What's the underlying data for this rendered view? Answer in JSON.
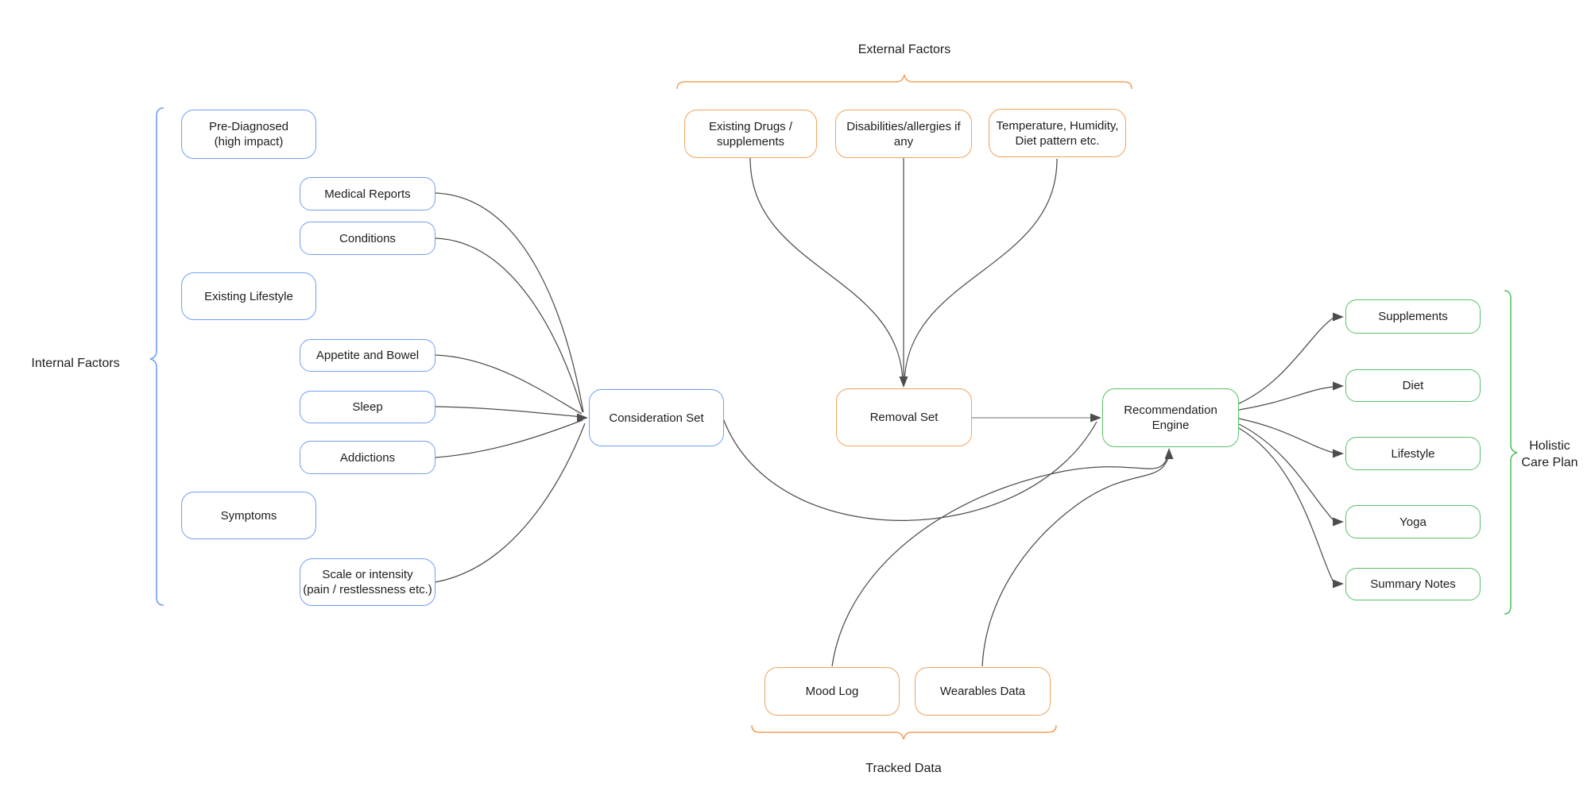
{
  "colors": {
    "blue": "#6fa0f2",
    "orange": "#f0a35e",
    "green": "#58c165",
    "line": "#4d4d4d",
    "text": "#1d1d1d"
  },
  "groups": {
    "internal_factors": {
      "label": "Internal Factors"
    },
    "external_factors": {
      "label": "External Factors"
    },
    "tracked_data": {
      "label": "Tracked Data"
    },
    "holistic_care_plan": {
      "label": "Holistic\nCare Plan"
    }
  },
  "nodes": {
    "pre_diagnosed": {
      "label": "Pre-Diagnosed\n(high impact)"
    },
    "medical_reports": {
      "label": "Medical Reports"
    },
    "conditions": {
      "label": "Conditions"
    },
    "existing_lifestyle": {
      "label": "Existing Lifestyle"
    },
    "appetite_and_bowel": {
      "label": "Appetite and Bowel"
    },
    "sleep": {
      "label": "Sleep"
    },
    "addictions": {
      "label": "Addictions"
    },
    "symptoms": {
      "label": "Symptoms"
    },
    "scale_or_intensity": {
      "label": "Scale or intensity\n(pain / restlessness etc.)"
    },
    "consideration_set": {
      "label": "Consideration Set"
    },
    "existing_drugs": {
      "label": "Existing Drugs /\nsupplements"
    },
    "disabilities": {
      "label": "Disabilities/allergies if\nany"
    },
    "temperature": {
      "label": "Temperature, Humidity,\nDiet pattern etc."
    },
    "removal_set": {
      "label": "Removal Set"
    },
    "mood_log": {
      "label": "Mood Log"
    },
    "wearables_data": {
      "label": "Wearables Data"
    },
    "recommendation_engine": {
      "label": "Recommendation\nEngine"
    },
    "supplements": {
      "label": "Supplements"
    },
    "diet": {
      "label": "Diet"
    },
    "lifestyle": {
      "label": "Lifestyle"
    },
    "yoga": {
      "label": "Yoga"
    },
    "summary_notes": {
      "label": "Summary Notes"
    }
  }
}
